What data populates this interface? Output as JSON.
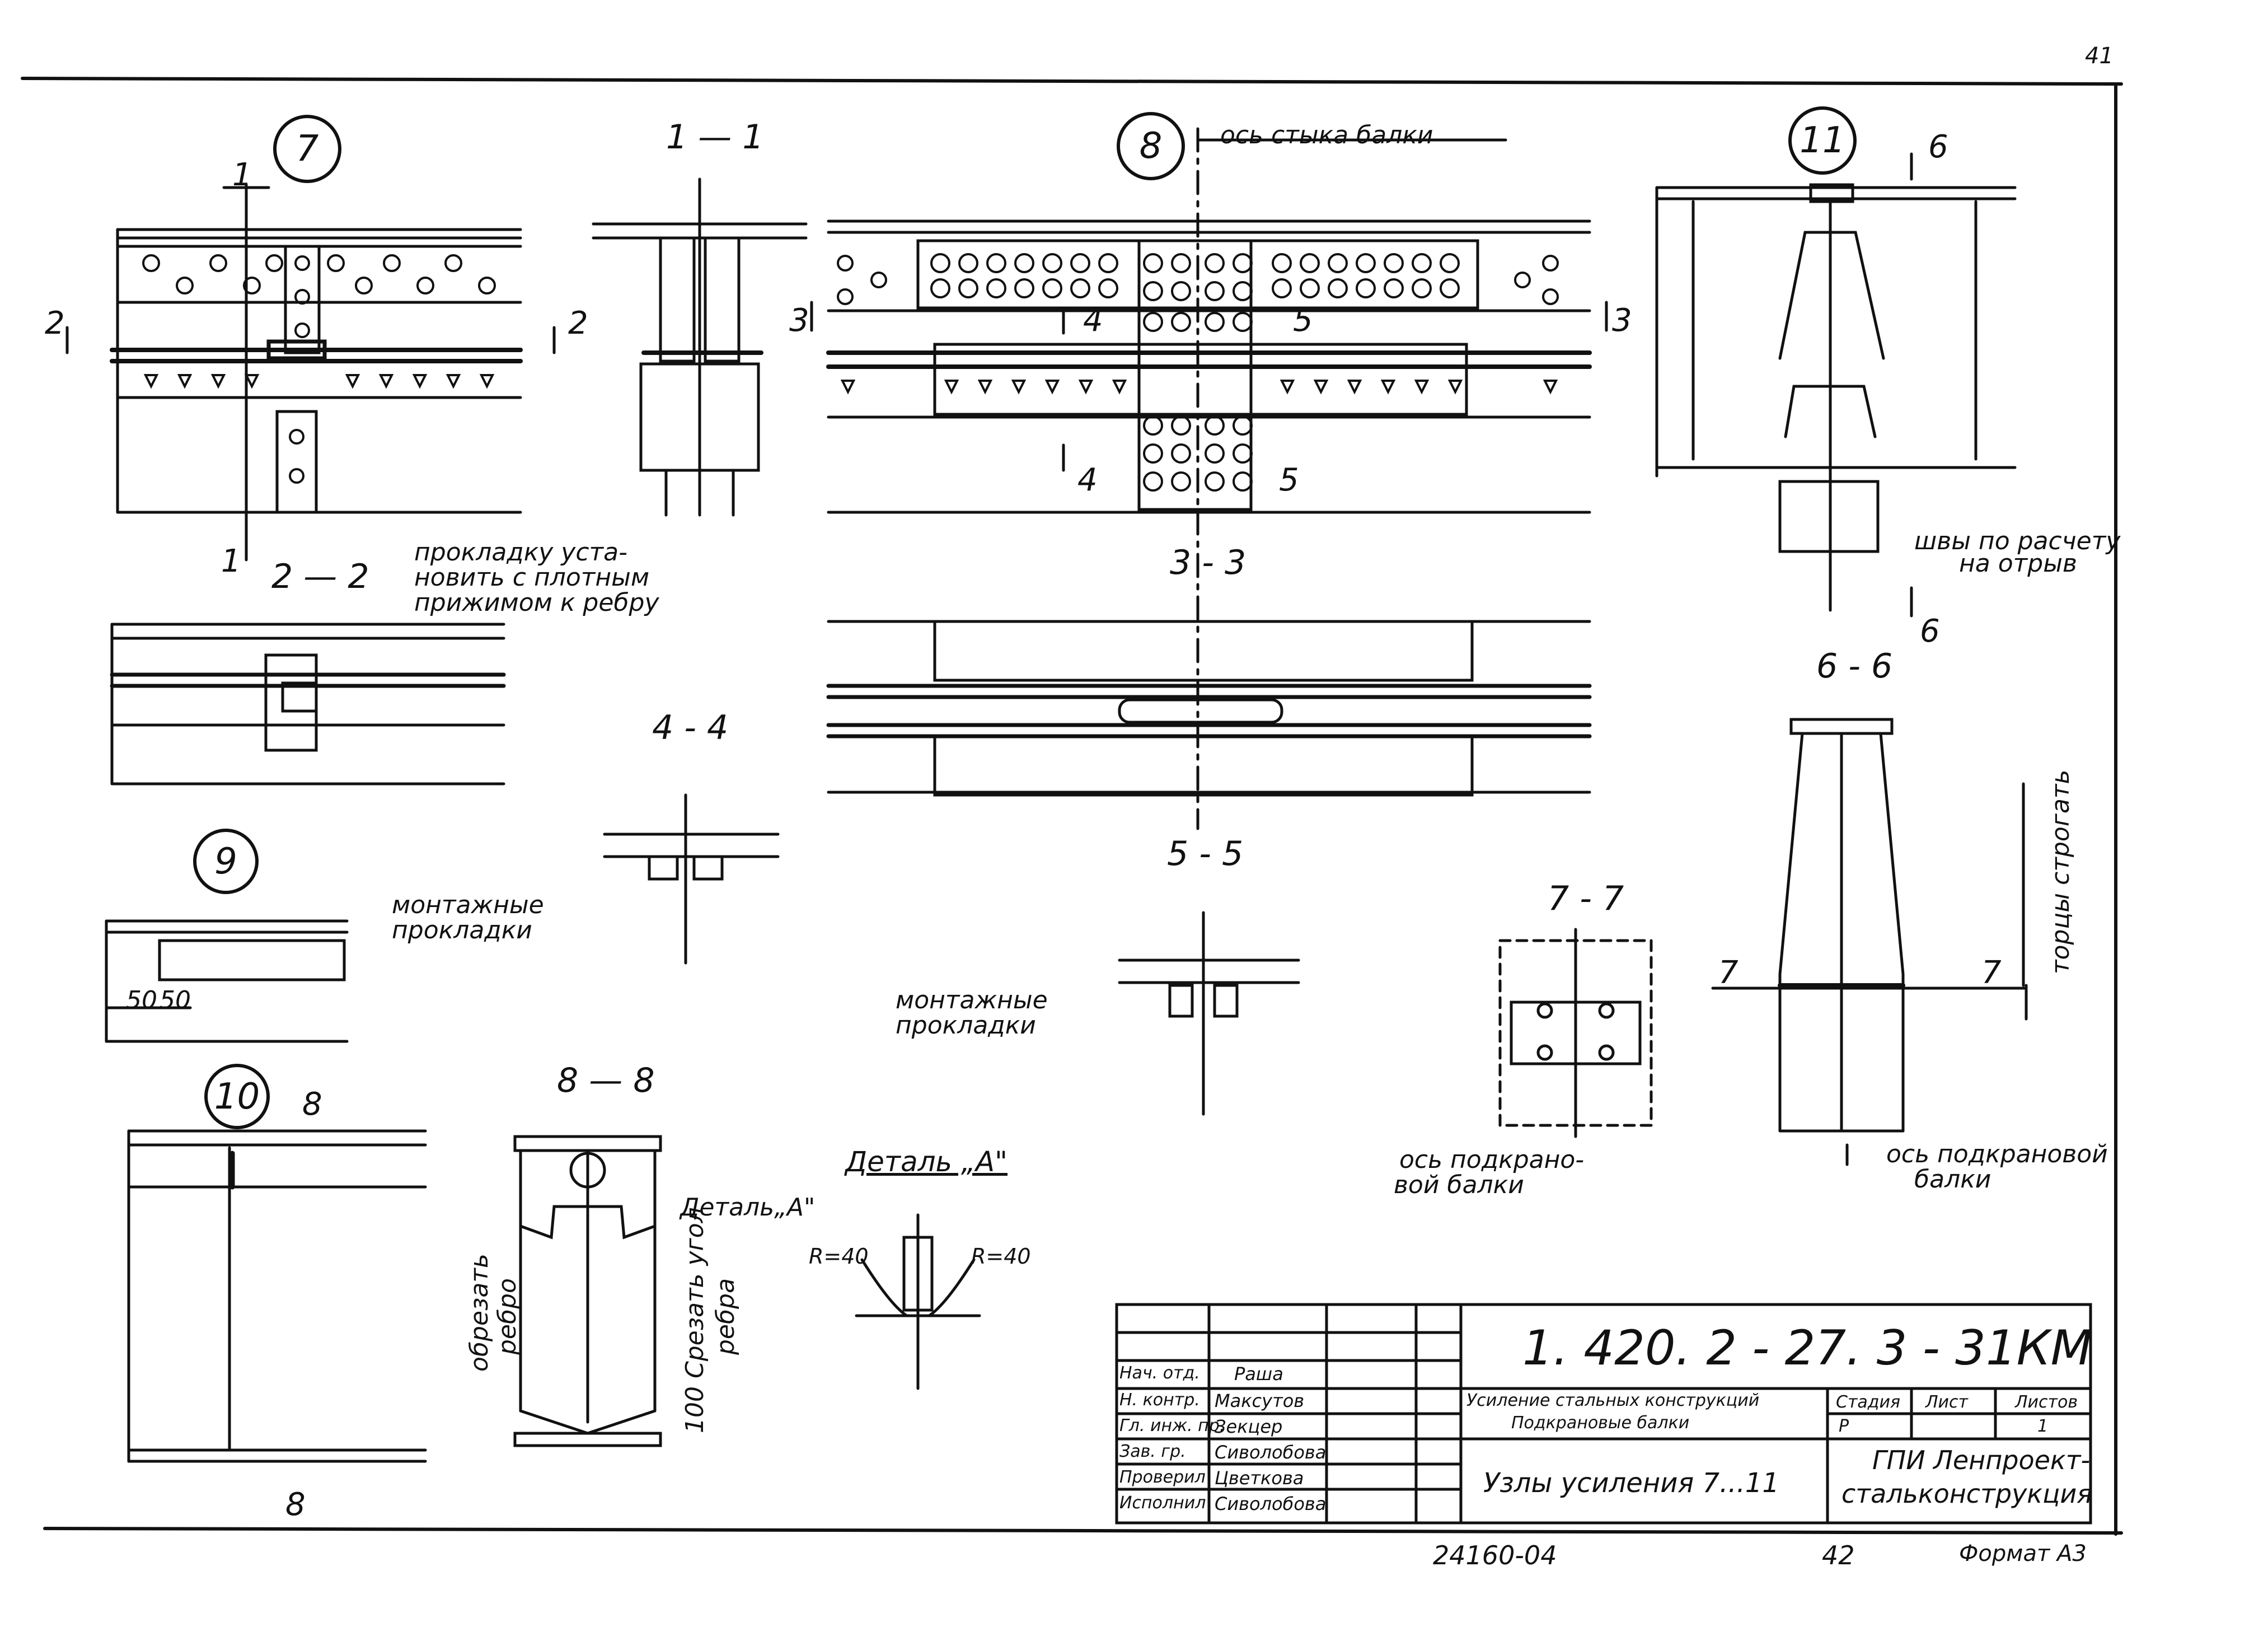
{
  "page_number": "41",
  "nodes": {
    "n7": "7",
    "n8": "8",
    "n9": "9",
    "n10": "10",
    "n11": "11"
  },
  "section_marks": {
    "s1": "1",
    "s2": "2",
    "s3": "3",
    "s4": "4",
    "s5": "5",
    "s6": "6",
    "s7": "7",
    "s8": "8"
  },
  "section_titles": {
    "t11": "1 — 1",
    "t22": "2 — 2",
    "t33": "3 - 3",
    "t44": "4 - 4",
    "t55": "5 - 5",
    "t66": "6 - 6",
    "t77": "7 - 7",
    "t88": "8 — 8",
    "detail_a": "Деталь „А\""
  },
  "notes": {
    "axis_joint": "ось стыка балки",
    "gasket_line1": "прокладку уста-",
    "gasket_line2": "новить с плотным",
    "gasket_line3": "прижимом к ребру",
    "mount_pads_1_line1": "монтажные",
    "mount_pads_1_line2": "прокладки",
    "mount_pads_2_line1": "монтажные",
    "mount_pads_2_line2": "прокладки",
    "welds_line1": "швы по расчету",
    "welds_line2": "на отрыв",
    "plane_ends": "торцы строгать",
    "crane_axis_1_line1": "ось подкрано-",
    "crane_axis_1_line2": "вой балки",
    "crane_axis_2_line1": "ось подкрановой",
    "crane_axis_2_line2": "балки",
    "cut_rib_line1": "обрезать",
    "cut_rib_line2": "ребро",
    "cut_corner_line1": "100 Срезать угол",
    "cut_corner_line2": "ребра",
    "detail_a_ref": "Деталь„А\"",
    "dim_50a": "50",
    "dim_50b": "50",
    "r40_left": "R=40",
    "r40_right": "R=40"
  },
  "title_block": {
    "code": "1. 420. 2 - 27. 3 - 31КМ",
    "project_line1": "Усиление стальных конструкций",
    "project_line2": "Подкрановые балки",
    "sheet_title": "Узлы усиления 7...11",
    "org_line1": "ГПИ Ленпроект-",
    "org_line2": "стальконструкция",
    "stage_label": "Стадия",
    "sheet_label": "Лист",
    "sheets_label": "Листов",
    "stage_value": "Р",
    "sheet_value": "",
    "sheets_value": "1",
    "signatures": [
      {
        "role": "Нач. отд.",
        "name": "Раша"
      },
      {
        "role": "Н. контр.",
        "name": "Максутов"
      },
      {
        "role": "Гл. инж. пр.",
        "name": "Зекцер"
      },
      {
        "role": "Зав. гр.",
        "name": "Сиволобова"
      },
      {
        "role": "Проверил",
        "name": "Цветкова"
      },
      {
        "role": "Исполнил",
        "name": "Сиволобова"
      }
    ]
  },
  "footer": {
    "archive_no": "24160-04",
    "page_ref": "42",
    "format": "Формат А3"
  }
}
